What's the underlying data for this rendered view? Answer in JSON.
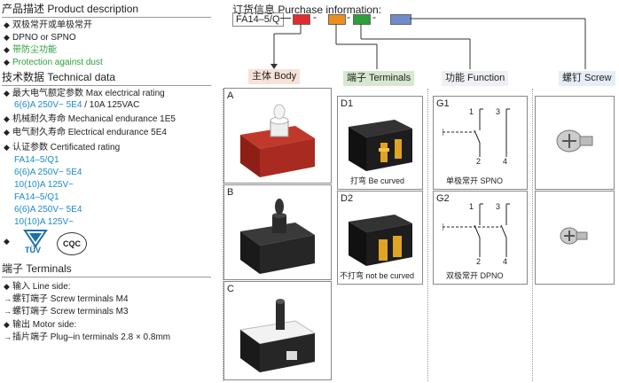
{
  "product": {
    "title": "产品描述 Product description",
    "items": [
      "双极常开或单极常开",
      "DPNO or SPNO",
      "带防尘功能",
      "Protection against dust"
    ]
  },
  "tech": {
    "title": "技术数据 Technical data",
    "max_rating_label": "最大电气额定参数 Max electrical rating",
    "max_rating_blue": "6(6)A  250V~ 5E4",
    "max_rating_black": " / 10A  125VAC",
    "mech": "机械耐久寿命 Mechanical endurance 1E5",
    "elec": "电气耐久寿命 Electrical endurance 5E4",
    "cert_label": "认证参数 Certificated rating",
    "cert_lines": [
      "FA14–5/Q1",
      "6(6)A  250V~  5E4",
      "10(10)A  125V~",
      " FA14–5/Q1",
      "6(6)A  250V~  5E4",
      "10(10)A  125V~"
    ],
    "tuv_label": "TÜV",
    "cqc_label": "CQC"
  },
  "terminals": {
    "title": "端子 Terminals",
    "input_label": "输入 Line side:",
    "input_items": [
      "螺钉端子 Screw terminals M4",
      "螺钉端子 Screw terminals M3"
    ],
    "output_label": "输出 Motor side:",
    "output_items": [
      "插片端子 Plug–in terminals 2.8 × 0.8mm"
    ]
  },
  "order": {
    "title": "订货信息 Purchase information:",
    "code": "FA14–5/Q",
    "colors": [
      "#e32b2b",
      "#f08c1e",
      "#2aa03a",
      "#6f8ccc"
    ],
    "body_label": "主体 Body",
    "term_label": "端子 Terminals",
    "func_label": "功能  Function",
    "screw_label": "螺钉 Screw",
    "body_codes": [
      "A",
      "B",
      "C"
    ],
    "term_codes": [
      "D1",
      "D2"
    ],
    "term_captions": [
      "打弯 Be curved",
      "不打弯 not be curved"
    ],
    "func_codes": [
      "G1",
      "G2"
    ],
    "func_captions": [
      "单极常开 SPNO",
      "双极常开 DPNO"
    ],
    "pins_g1": [
      "1",
      "3",
      "2",
      "4"
    ],
    "pins_g2": [
      "1",
      "3",
      "2",
      "4"
    ]
  }
}
